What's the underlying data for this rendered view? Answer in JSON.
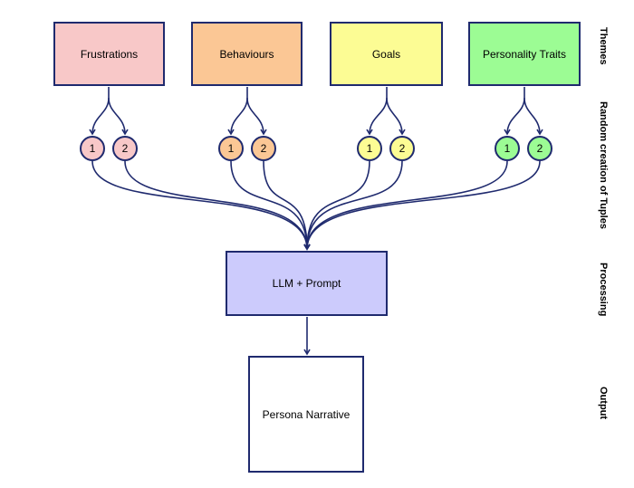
{
  "themes": [
    {
      "label": "Frustrations",
      "fill": "#f8c8c8",
      "tuples": [
        "1",
        "2"
      ]
    },
    {
      "label": "Behaviours",
      "fill": "#fbc795",
      "tuples": [
        "1",
        "2"
      ]
    },
    {
      "label": "Goals",
      "fill": "#fcfc94",
      "tuples": [
        "1",
        "2"
      ]
    },
    {
      "label": "Personality Traits",
      "fill": "#9cfc94",
      "tuples": [
        "1",
        "2"
      ]
    }
  ],
  "processing": {
    "label": "LLM + Prompt",
    "fill": "#cccbfc"
  },
  "output": {
    "label": "Persona Narrative",
    "fill": "#ffffff"
  },
  "stages": {
    "themes": "Themes",
    "tuples": "Random creation of Tuples",
    "processing": "Processing",
    "output": "Output"
  },
  "colors": {
    "stroke": "#1f2a6e"
  }
}
